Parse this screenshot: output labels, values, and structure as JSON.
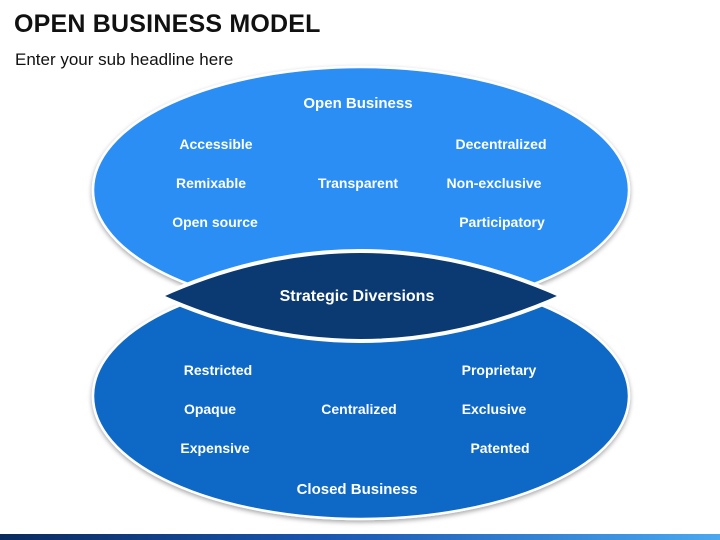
{
  "header": {
    "title": "OPEN BUSINESS MODEL",
    "subtitle": "Enter your sub headline here"
  },
  "diagram": {
    "top_ellipse": {
      "title": "Open Business",
      "items": [
        "Accessible",
        "Decentralized",
        "Remixable",
        "Transparent",
        "Non-exclusive",
        "Open source",
        "Participatory"
      ],
      "color": "#2a8ef5"
    },
    "bottom_ellipse": {
      "title": "Closed Business",
      "items": [
        "Restricted",
        "Proprietary",
        "Opaque",
        "Centralized",
        "Exclusive",
        "Expensive",
        "Patented"
      ],
      "color": "#0c68c6"
    },
    "center": {
      "label": "Strategic Diversions",
      "color": "#0b3a72"
    }
  }
}
